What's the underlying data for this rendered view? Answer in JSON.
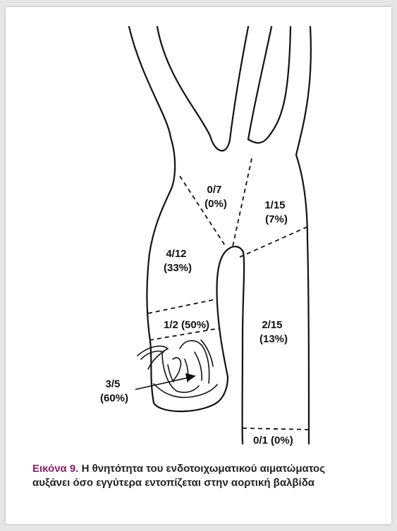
{
  "figure": {
    "labels": [
      {
        "id": "arch-top",
        "lines": [
          "0/7",
          "(0%)"
        ]
      },
      {
        "id": "descending-upper",
        "lines": [
          "1/15",
          "(7%)"
        ]
      },
      {
        "id": "ascending-upper",
        "lines": [
          "4/12",
          "(33%)"
        ]
      },
      {
        "id": "ascending-lower",
        "lines": [
          "1/2 (50%)"
        ]
      },
      {
        "id": "descending-middle",
        "lines": [
          "2/15",
          "(13%)"
        ]
      },
      {
        "id": "aortic-valve",
        "lines": [
          "3/5",
          "(60%)"
        ]
      },
      {
        "id": "descending-bottom",
        "lines": [
          "0/1 (0%)"
        ]
      }
    ]
  },
  "caption": {
    "prefix": "Εικόνα 9.",
    "text": " Η θνητότητα του ενδοτοιχωματικού αιματώματος αυξάνει όσο εγγύτερα εντοπίζεται στην αορτική βαλβίδα"
  },
  "colors": {
    "caption_accent": "#8c1d6b",
    "line": "#111111"
  }
}
